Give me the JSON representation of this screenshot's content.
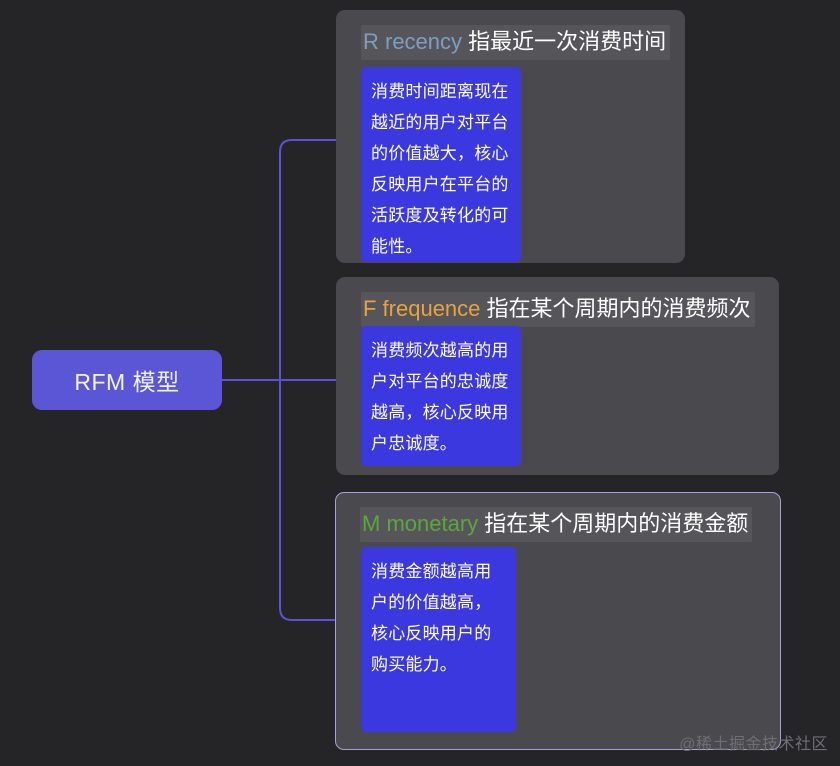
{
  "canvas": {
    "background": "#252528",
    "connector_color": "#5b52d9"
  },
  "root": {
    "label": "RFM 模型",
    "color": "#5b56d6",
    "text_color": "#f2f2f7"
  },
  "branches": [
    {
      "id": "recency",
      "keyword": "R recency",
      "keyword_color": "#7d9ec4",
      "title_rest": " 指最近一次消费时间",
      "detail": "消费时间距离现在越近的用户对平台的价值越大，核心反映用户在平台的活跃度及转化的可能性。",
      "detail_bg": "#3b38e0",
      "selected": false,
      "card_bg": "#4a4a4e"
    },
    {
      "id": "frequence",
      "keyword": "F  frequence",
      "keyword_color": "#e8a33d",
      "title_rest": " 指在某个周期内的消费频次",
      "detail": "消费频次越高的用户对平台的忠诚度越高，核心反映用户忠诚度。",
      "detail_bg": "#3b38e0",
      "selected": false,
      "card_bg": "#4a4a4e"
    },
    {
      "id": "monetary",
      "keyword": "M monetary",
      "keyword_color": "#5aa83c",
      "title_rest": " 指在某个周期内的消费金额",
      "detail": "消费金额越高用户的价值越高，核心反映用户的购买能力。",
      "detail_bg": "#3b38e0",
      "selected": true,
      "selected_border_color": "#a9a0da",
      "card_bg": "#4a4a4e"
    }
  ],
  "watermark": {
    "text": "@稀土掘金技术社区",
    "color": "#6e6e73"
  }
}
